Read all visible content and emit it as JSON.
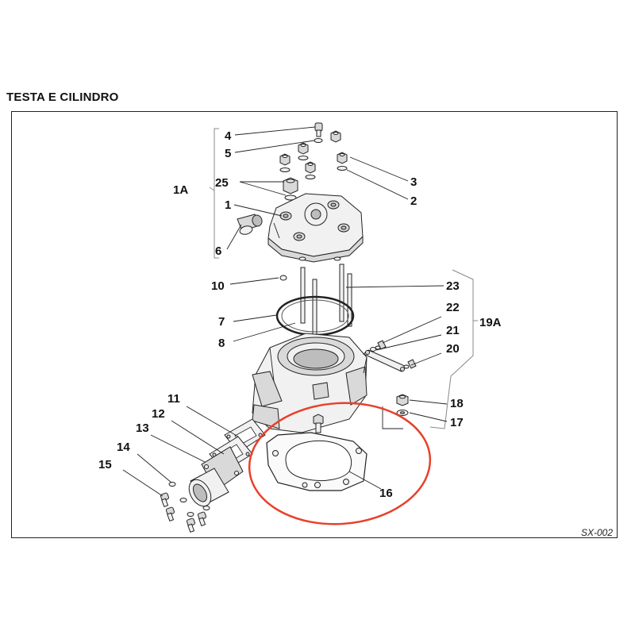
{
  "page": {
    "title": "TESTA E CILINDRO",
    "drawing_code": "SX-002"
  },
  "callouts": {
    "c1": "1",
    "c2": "2",
    "c3": "3",
    "c4": "4",
    "c5": "5",
    "c6": "6",
    "c7": "7",
    "c8": "8",
    "c10": "10",
    "c11": "11",
    "c12": "12",
    "c13": "13",
    "c14": "14",
    "c15": "15",
    "c16": "16",
    "c17": "17",
    "c18": "18",
    "c20": "20",
    "c21": "21",
    "c22": "22",
    "c23": "23",
    "c25": "25",
    "g1A": "1A",
    "g19A": "19A"
  },
  "highlight": {
    "part": "16",
    "color": "#e8402a"
  },
  "colors": {
    "line": "#222222",
    "fill_light": "#f1f1f1",
    "fill_mid": "#d9d9d9",
    "fill_dark": "#bdbdbd"
  }
}
